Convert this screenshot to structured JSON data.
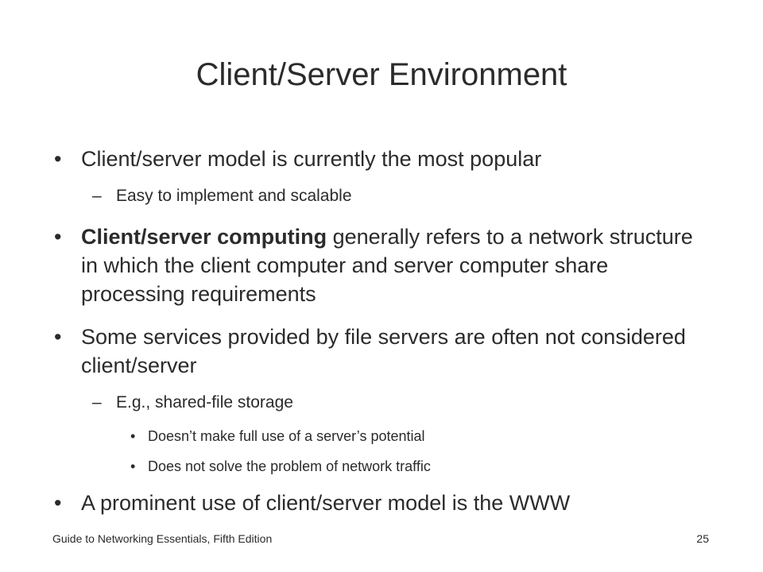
{
  "slide": {
    "title": "Client/Server Environment",
    "bullet_glyph": "•",
    "dash_glyph": "–",
    "items": [
      {
        "level": 1,
        "text": "Client/server model is currently the most popular"
      },
      {
        "level": 2,
        "text": "Easy to implement and scalable"
      },
      {
        "level": 1,
        "bold": "Client/server computing",
        "text": " generally refers to a network structure in which the client computer and server computer share processing requirements"
      },
      {
        "level": 1,
        "text": "Some services provided by file servers are often not considered client/server"
      },
      {
        "level": 2,
        "text": "E.g., shared-file storage"
      },
      {
        "level": 3,
        "text": "Doesn’t make full use of a server’s potential"
      },
      {
        "level": 3,
        "text": "Does not solve the problem of network traffic"
      },
      {
        "level": 1,
        "text": "A prominent use of client/server model is the WWW"
      }
    ],
    "footer": {
      "book": "Guide to Networking Essentials, Fifth Edition",
      "page_number": "25"
    }
  }
}
